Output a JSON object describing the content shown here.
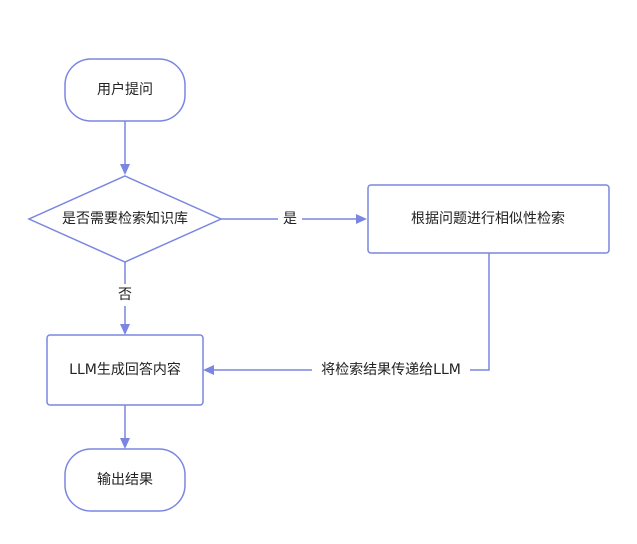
{
  "nodes": {
    "start": {
      "label": "用户提问",
      "shape": "terminal"
    },
    "decision": {
      "label": "是否需要检索知识库",
      "shape": "decision"
    },
    "retrieve": {
      "label": "根据问题进行相似性检索",
      "shape": "process"
    },
    "generate": {
      "label": "LLM生成回答内容",
      "shape": "process"
    },
    "end": {
      "label": "输出结果",
      "shape": "terminal"
    }
  },
  "edges": {
    "start_to_decision": {
      "label": ""
    },
    "decision_yes": {
      "label": "是"
    },
    "decision_no": {
      "label": "否"
    },
    "retrieve_to_generate": {
      "label": "将检索结果传递给LLM"
    },
    "generate_to_end": {
      "label": ""
    }
  },
  "colors": {
    "stroke": "#7b86e0",
    "fill": "#ffffff",
    "text": "#222222"
  }
}
